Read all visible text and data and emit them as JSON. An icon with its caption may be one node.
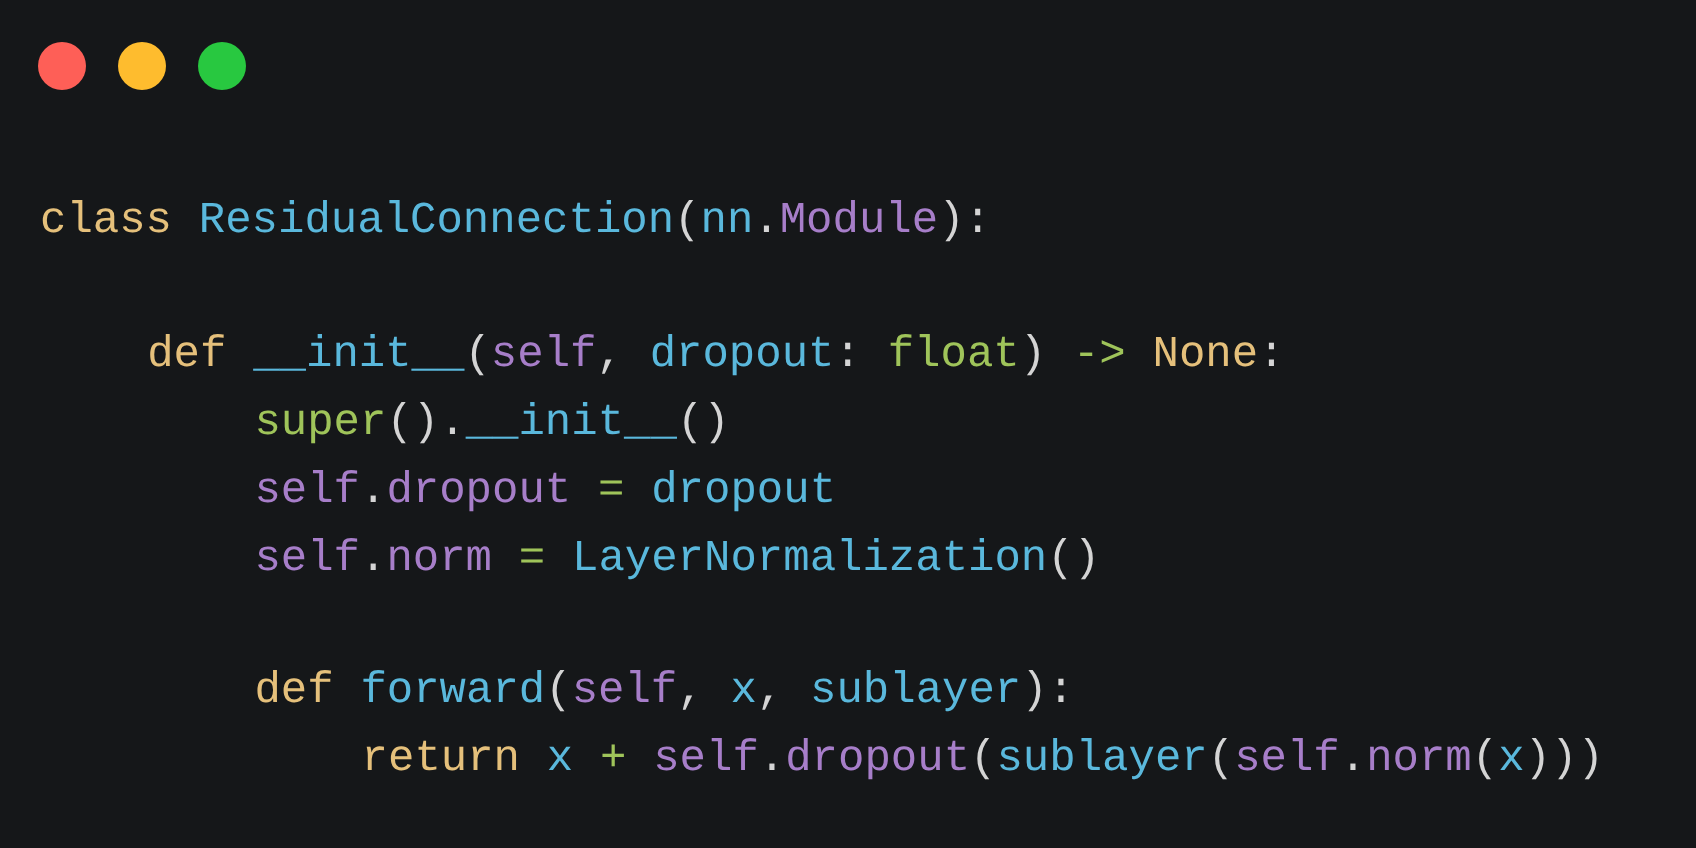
{
  "diagram": {
    "labels": [
      "class",
      "ResidualConnection",
      "(",
      "nn",
      ".",
      "Module",
      "):",
      "def",
      "__init__",
      "(",
      "self",
      ",",
      "dropout",
      ":",
      "float",
      ")",
      "->",
      "None",
      ":",
      "super",
      "().",
      "__init__",
      "()",
      "self",
      ".",
      "dropout",
      "=",
      "dropout",
      "self",
      ".",
      "norm",
      "=",
      "LayerNormalization",
      "()",
      "def",
      "forward",
      "(",
      "self",
      ",",
      "x",
      ",",
      "sublayer",
      "):",
      "return",
      "x",
      "+",
      "self",
      ".",
      "dropout",
      "(",
      "sublayer",
      "(",
      "self",
      ".",
      "norm",
      "(",
      "x",
      ")))"
    ]
  }
}
